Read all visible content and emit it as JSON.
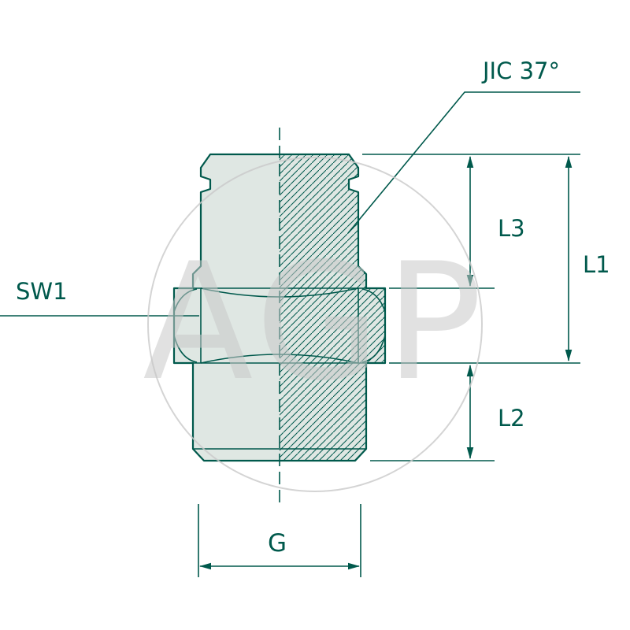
{
  "watermark": {
    "text": "AGP"
  },
  "labels": {
    "thread_type": "JIC 37°",
    "l1": "L1",
    "l2": "L2",
    "l3": "L3",
    "sw1": "SW1",
    "g": "G"
  },
  "colors": {
    "line": "#00594c",
    "body_fill": "#dfe7e3",
    "watermark": "#c9c9c9",
    "background": "#ffffff"
  }
}
